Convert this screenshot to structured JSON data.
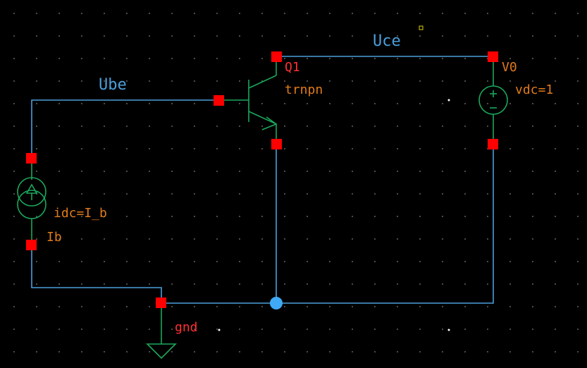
{
  "nets": {
    "uce": "Uce",
    "ube": "Ube"
  },
  "transistor": {
    "instance": "Q1",
    "model": "trnpn"
  },
  "voltage_source": {
    "instance": "V0",
    "param": "vdc=1"
  },
  "current_source": {
    "instance": "Ib",
    "param": "idc=I_b"
  },
  "ground": {
    "label": "gnd"
  },
  "colors": {
    "wire": "#4a9fdc",
    "net_label": "#4a9fdc",
    "symbol": "#1aa85a",
    "pin": "#ff0000",
    "param_text": "#e07a1a",
    "instance_text": "#ff3030",
    "junction": "#3fa9f5",
    "background": "#000000"
  }
}
